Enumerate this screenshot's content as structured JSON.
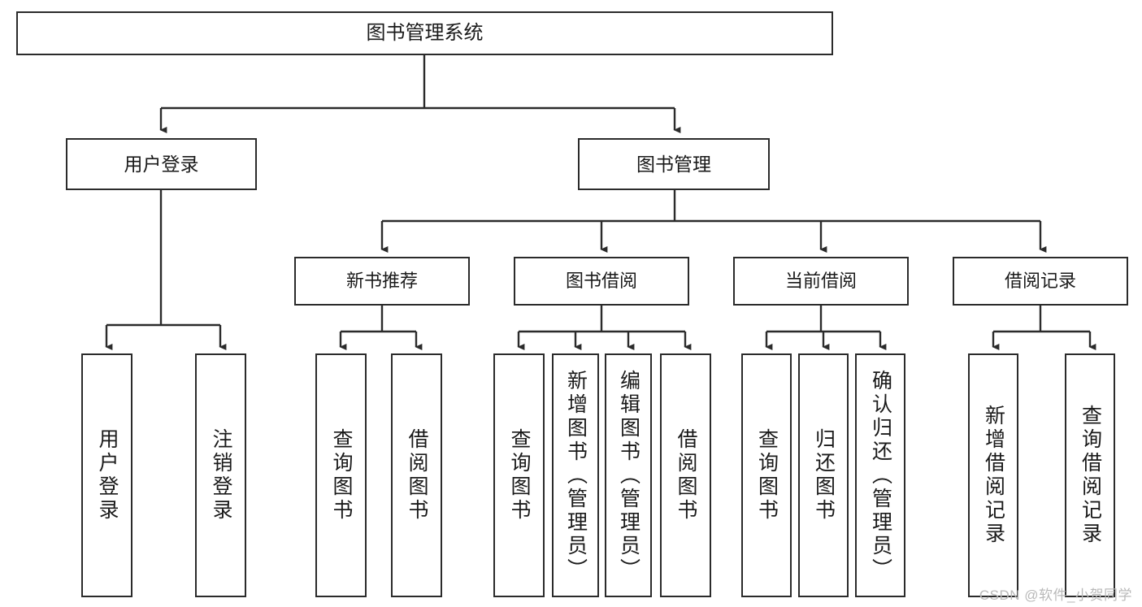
{
  "diagram": {
    "title": "图书管理系统",
    "type": "tree",
    "colors": {
      "box_border": "#2b2b2b",
      "box_fill": "#ffffff",
      "edge": "#1a1a1a",
      "text": "#1a1a1a",
      "watermark": "#b9b9b9",
      "background": "#ffffff"
    },
    "nodes": {
      "root": {
        "label": "图书管理系统"
      },
      "level2": [
        {
          "label": "用户登录"
        },
        {
          "label": "图书管理"
        }
      ],
      "level3": [
        {
          "label": "新书推荐"
        },
        {
          "label": "图书借阅"
        },
        {
          "label": "当前借阅"
        },
        {
          "label": "借阅记录"
        }
      ],
      "leaves": {
        "user_login": [
          {
            "label": "用户登录"
          },
          {
            "label": "注销登录"
          }
        ],
        "new_book_recommend": [
          {
            "label": "查询图书"
          },
          {
            "label": "借阅图书"
          }
        ],
        "book_borrow": [
          {
            "label": "查询图书"
          },
          {
            "label": "新增图书（管理员）"
          },
          {
            "label": "编辑图书（管理员）"
          },
          {
            "label": "借阅图书"
          }
        ],
        "current_borrow": [
          {
            "label": "查询图书"
          },
          {
            "label": "归还图书"
          },
          {
            "label": "确认归还（管理员）"
          }
        ],
        "borrow_records": [
          {
            "label": "新增借阅记录"
          },
          {
            "label": "查询借阅记录"
          }
        ]
      }
    }
  },
  "watermark": {
    "text": "CSDN @软件_小贺同学"
  }
}
